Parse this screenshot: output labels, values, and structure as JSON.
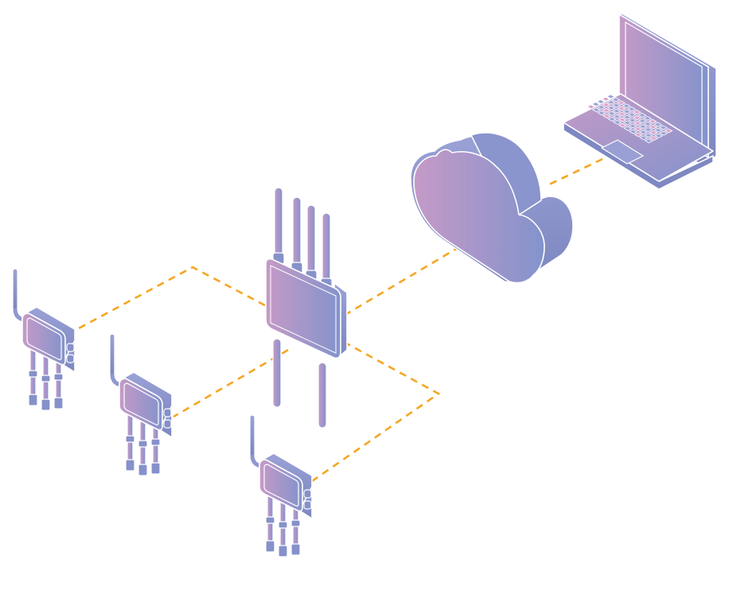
{
  "diagram": {
    "nodes": [
      {
        "id": "laptop",
        "kind": "laptop",
        "icon": "laptop-icon"
      },
      {
        "id": "cloud",
        "kind": "cloud",
        "icon": "cloud-icon"
      },
      {
        "id": "gateway",
        "kind": "gateway",
        "icon": "wireless-gateway-icon"
      },
      {
        "id": "sensor-1",
        "kind": "sensor",
        "icon": "sensor-node-icon"
      },
      {
        "id": "sensor-2",
        "kind": "sensor",
        "icon": "sensor-node-icon"
      },
      {
        "id": "sensor-3",
        "kind": "sensor",
        "icon": "sensor-node-icon"
      }
    ],
    "links": [
      {
        "from": "laptop",
        "to": "cloud",
        "style": "dashed"
      },
      {
        "from": "cloud",
        "to": "gateway",
        "style": "dashed"
      },
      {
        "from": "gateway",
        "to": "sensor-1",
        "style": "dashed"
      },
      {
        "from": "gateway",
        "to": "sensor-2",
        "style": "dashed"
      },
      {
        "from": "gateway",
        "to": "sensor-3",
        "style": "dashed"
      }
    ]
  },
  "colors": {
    "link": "#f5a623",
    "gradient_start": "#c59ac7",
    "gradient_end": "#8393cc",
    "side_dark": "#7c86bf",
    "outline": "#ffffff"
  }
}
